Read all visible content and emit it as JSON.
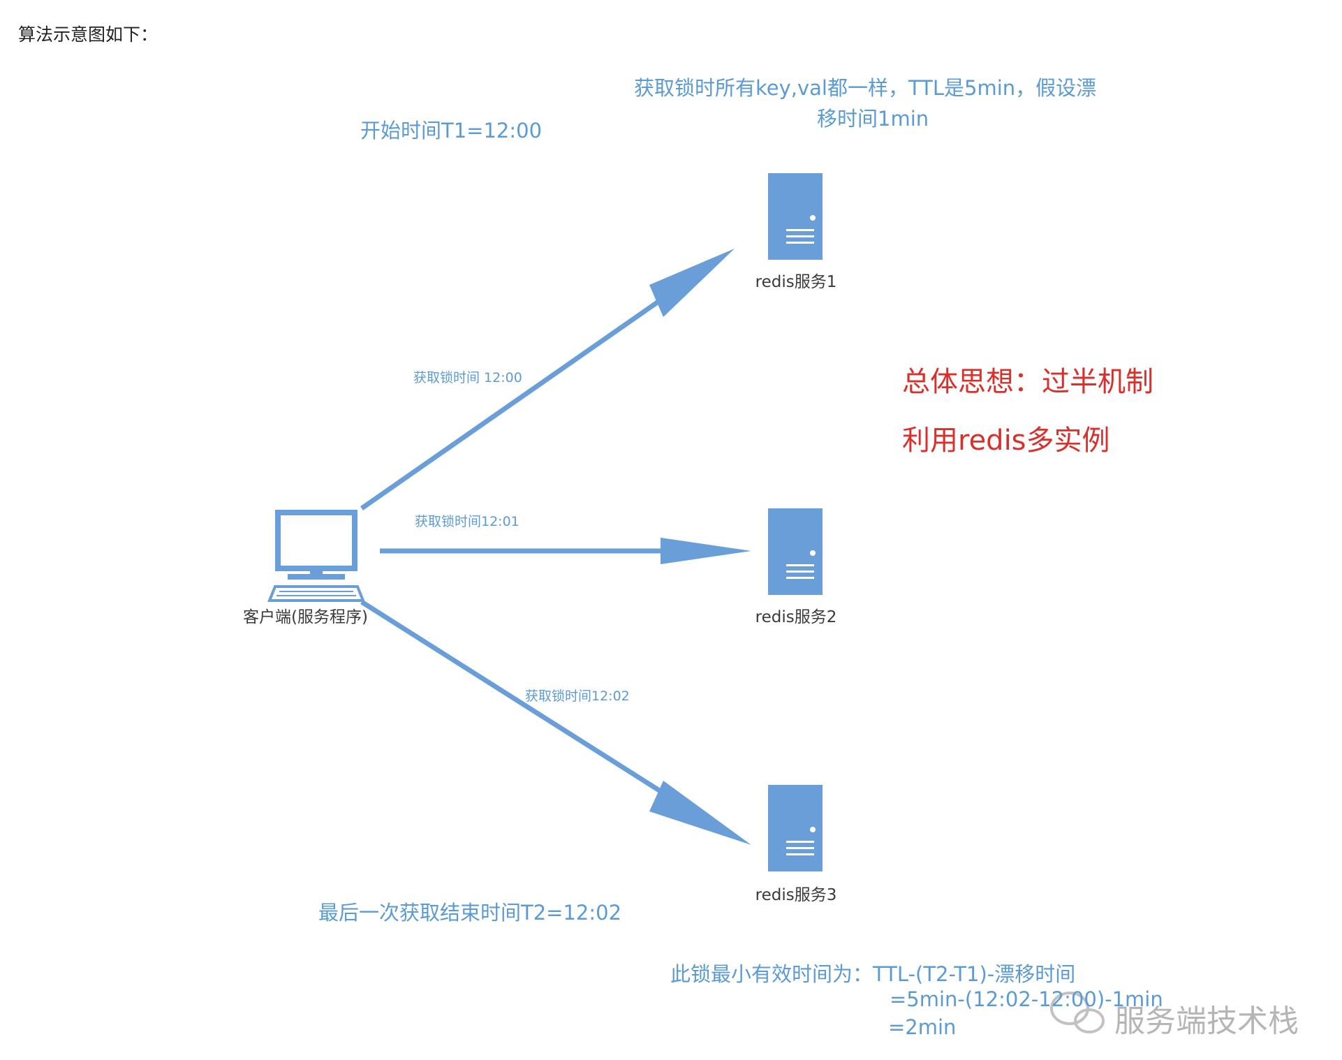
{
  "intro": "算法示意图如下：",
  "labels": {
    "start_time": "开始时间T1=12:00",
    "lock_note_line1": "获取锁时所有key,val都一样，TTL是5min，假设漂",
    "lock_note_line2": "移时间1min",
    "end_time": "最后一次获取结束时间T2=12:02",
    "formula_line1": "此锁最小有效时间为：TTL-(T2-T1)-漂移时间",
    "formula_line2": "=5min-(12:02-12:00)-1min",
    "formula_line3": "=2min"
  },
  "client": {
    "label": "客户端(服务程序)"
  },
  "servers": [
    {
      "label": "redis服务1"
    },
    {
      "label": "redis服务2"
    },
    {
      "label": "redis服务3"
    }
  ],
  "edges": [
    {
      "label": "获取锁时间 12:00"
    },
    {
      "label": "获取锁时间12:01"
    },
    {
      "label": "获取锁时间12:02"
    }
  ],
  "idea": {
    "line1": "总体思想：过半机制",
    "line2": "利用redis多实例"
  },
  "watermark": {
    "text": "服务端技术栈"
  },
  "colors": {
    "accent": "#5b9bd5",
    "server": "#6a9ed8",
    "highlight": "#d9302c"
  }
}
